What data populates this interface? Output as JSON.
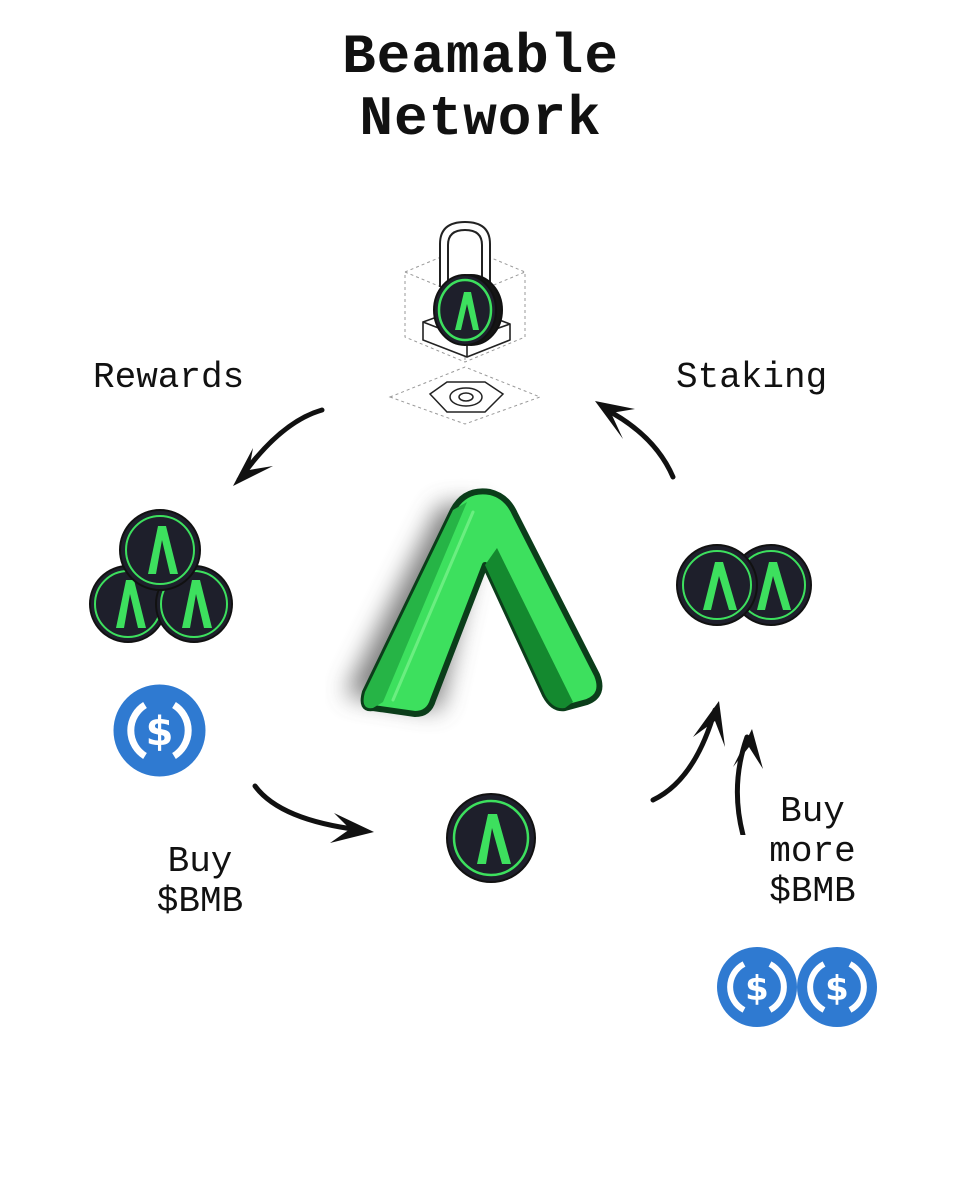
{
  "title": {
    "line1": "Beamable",
    "line2": "Network"
  },
  "cycle": {
    "steps": [
      {
        "id": "staking",
        "label": "Staking"
      },
      {
        "id": "rewards",
        "label": "Rewards"
      },
      {
        "id": "buy",
        "label_line1": "Buy",
        "label_line2": "$BMB"
      },
      {
        "id": "buy_more",
        "label_line1": "Buy",
        "label_line2": "more",
        "label_line3": "$BMB"
      }
    ]
  },
  "icons": {
    "center": "beamable-logo-icon",
    "top": "padlock-staking-icon",
    "rewards_tokens": "bmb-token-stack-icon",
    "rewards_usdc": "usdc-coin-icon",
    "buy_token": "bmb-token-icon",
    "staked_tokens": "bmb-token-pair-icon",
    "buy_more_usdc": "usdc-coin-pair-icon"
  },
  "colors": {
    "brand_green": "#3de05e",
    "token_dark": "#1e1f2b",
    "usdc_blue": "#2f7ad1",
    "ink": "#111111"
  }
}
